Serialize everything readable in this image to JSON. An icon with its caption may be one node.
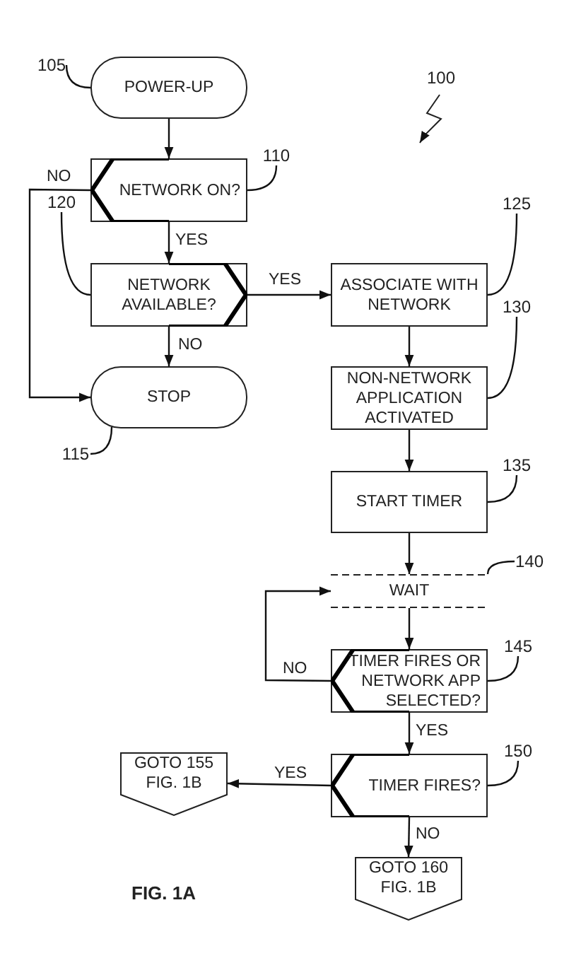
{
  "diagram": {
    "caption": "FIG. 1A",
    "nodes": [
      {
        "text": [
          "POWER-UP"
        ]
      },
      {
        "text": [
          "NETWORK ON?"
        ]
      },
      {
        "text": [
          "NETWORK AVAILABLE?"
        ]
      },
      {
        "text": [
          "STOP"
        ]
      },
      {
        "text": [
          "ASSOCIATE WITH NETWORK"
        ]
      },
      {
        "text": [
          "NON-NETWORK APPLICATION ACTIVATED"
        ]
      },
      {
        "text": [
          "START TIMER"
        ]
      },
      {
        "text": [
          "WAIT"
        ]
      },
      {
        "text": [
          "TIMER FIRES OR NETWORK APP SELECTED?"
        ]
      },
      {
        "text": [
          "TIMER FIRES?"
        ]
      },
      {
        "text": [
          "GOTO 155 FIG. 1B"
        ]
      },
      {
        "text": [
          "GOTO 160 FIG. 1B"
        ]
      },
      {
        "text": [
          "105"
        ]
      },
      {
        "text": [
          "110"
        ]
      },
      {
        "text": [
          "120"
        ]
      },
      {
        "text": [
          "115"
        ]
      },
      {
        "text": [
          "125"
        ]
      },
      {
        "text": [
          "130"
        ]
      },
      {
        "text": [
          "135"
        ]
      },
      {
        "text": [
          "140"
        ]
      },
      {
        "text": [
          "145"
        ]
      },
      {
        "text": [
          "150"
        ]
      }
    ],
    "edges": [
      {
        "from": 0,
        "to": 1,
        "arrow": "to"
      },
      {
        "from": 1,
        "to": 3,
        "arrow": "to",
        "label": "NO"
      },
      {
        "from": 1,
        "to": 2,
        "arrow": "to",
        "label": "YES"
      },
      {
        "from": 2,
        "to": 4,
        "arrow": "to",
        "label": "YES"
      },
      {
        "from": 2,
        "to": 3,
        "arrow": "to",
        "label": "NO"
      },
      {
        "from": 4,
        "to": 5,
        "arrow": "to"
      },
      {
        "from": 5,
        "to": 6,
        "arrow": "to"
      },
      {
        "from": 6,
        "to": 7,
        "arrow": "to"
      },
      {
        "from": 7,
        "to": 8,
        "arrow": "to"
      },
      {
        "from": 8,
        "to": 7,
        "arrow": "to",
        "label": "NO"
      },
      {
        "from": 8,
        "to": 9,
        "arrow": "to",
        "label": "YES"
      },
      {
        "from": 9,
        "to": 10,
        "arrow": "to",
        "label": "YES"
      },
      {
        "from": 9,
        "to": 11,
        "arrow": "to",
        "label": "NO"
      },
      {
        "from": 12,
        "to": 0,
        "arrow": "none"
      },
      {
        "from": 13,
        "to": 1,
        "arrow": "none"
      },
      {
        "from": 14,
        "to": 2,
        "arrow": "none"
      },
      {
        "from": 15,
        "to": 3,
        "arrow": "none"
      },
      {
        "from": 16,
        "to": 4,
        "arrow": "none"
      },
      {
        "from": 17,
        "to": 5,
        "arrow": "none"
      },
      {
        "from": 18,
        "to": 6,
        "arrow": "none"
      },
      {
        "from": 19,
        "to": 7,
        "arrow": "none"
      },
      {
        "from": 20,
        "to": 8,
        "arrow": "none"
      },
      {
        "from": 21,
        "to": 9,
        "arrow": "none"
      }
    ],
    "labels": [
      "100"
    ]
  }
}
